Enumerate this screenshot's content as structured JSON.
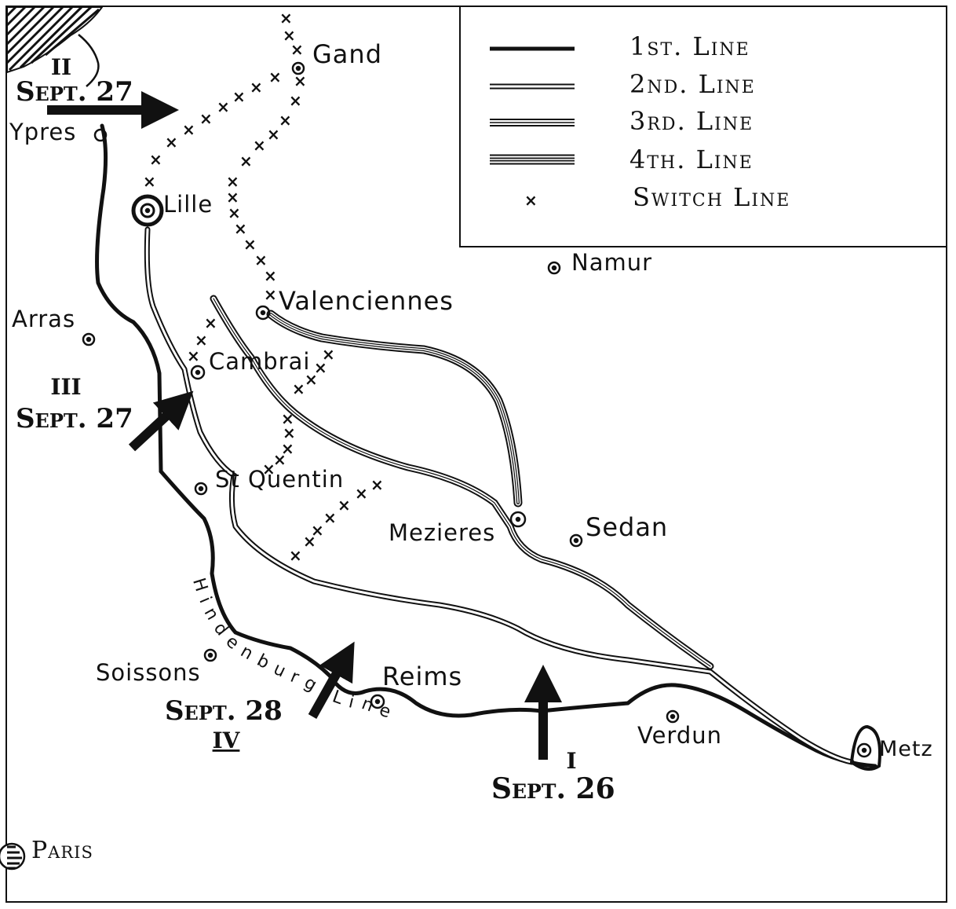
{
  "legend": {
    "items": [
      {
        "label": "1st. Line",
        "style": "line1"
      },
      {
        "label": "2nd. Line",
        "style": "line2"
      },
      {
        "label": "3rd. Line",
        "style": "line3"
      },
      {
        "label": "4th. Line",
        "style": "line4"
      },
      {
        "label": "Switch Line",
        "style": "switch"
      }
    ]
  },
  "cities": {
    "gand": "Gand",
    "ypres": "Ypres",
    "lille": "Lille",
    "namur": "Namur",
    "valenciennes": "Valenciennes",
    "arras": "Arras",
    "cambrai": "Cambrai",
    "st_quentin": "St Quentin",
    "mezieres": "Mezieres",
    "sedan": "Sedan",
    "soissons": "Soissons",
    "reims": "Reims",
    "verdun": "Verdun",
    "metz": "Metz",
    "paris": "Paris"
  },
  "attacks": {
    "ii": {
      "numeral": "II",
      "date": "Sept. 27"
    },
    "iii": {
      "numeral": "III",
      "date": "Sept. 27"
    },
    "iv": {
      "numeral": "IV",
      "date": "Sept. 28"
    },
    "i": {
      "numeral": "I",
      "date": "Sept. 26"
    }
  },
  "hindenburg_label": "Hindenburg Line",
  "switch_mark": "×"
}
